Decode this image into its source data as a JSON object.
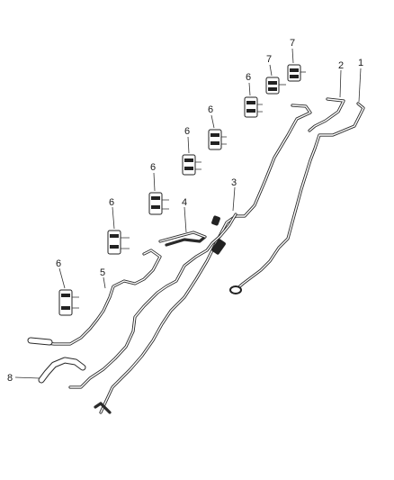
{
  "diagram": {
    "callouts": [
      {
        "id": "c1",
        "text": "1"
      },
      {
        "id": "c2",
        "text": "2"
      },
      {
        "id": "c3",
        "text": "3"
      },
      {
        "id": "c4",
        "text": "4"
      },
      {
        "id": "c5",
        "text": "5"
      },
      {
        "id": "c6a",
        "text": "6"
      },
      {
        "id": "c6b",
        "text": "6"
      },
      {
        "id": "c6c",
        "text": "6"
      },
      {
        "id": "c6d",
        "text": "6"
      },
      {
        "id": "c6e",
        "text": "6"
      },
      {
        "id": "c6f",
        "text": "6"
      },
      {
        "id": "c7a",
        "text": "7"
      },
      {
        "id": "c7b",
        "text": "7"
      },
      {
        "id": "c8",
        "text": "8"
      }
    ]
  }
}
